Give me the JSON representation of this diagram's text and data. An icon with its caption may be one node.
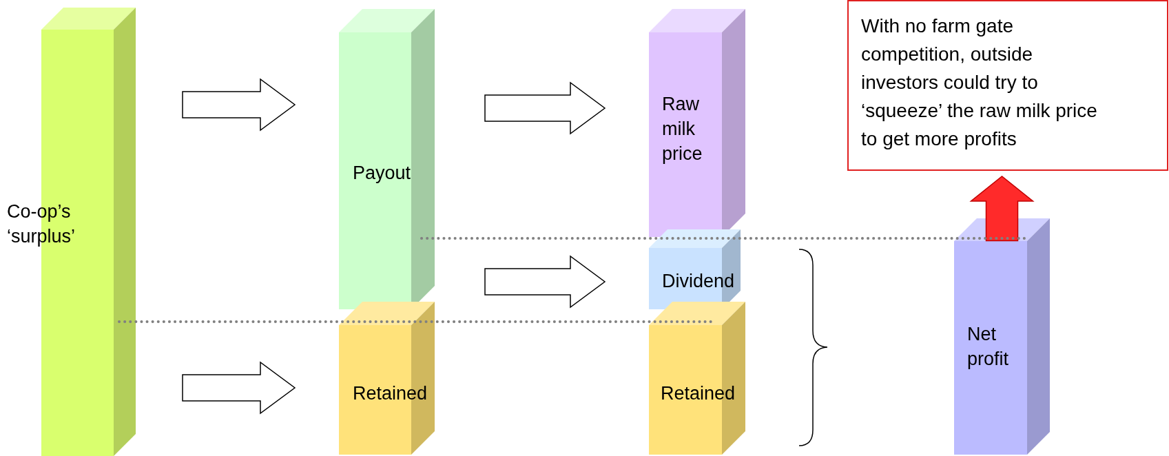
{
  "diagram": {
    "nodes": [
      {
        "text": [
          "Co-op’s ‘surplus’"
        ]
      },
      {
        "text": [
          "Payout"
        ]
      },
      {
        "text": [
          "Retained"
        ]
      },
      {
        "text": [
          "Raw milk price"
        ]
      },
      {
        "text": [
          "Dividend"
        ]
      },
      {
        "text": [
          "Retained"
        ]
      },
      {
        "text": [
          "Net profit"
        ]
      },
      {
        "text": [
          "With no farm gate competition, outside investors could try to ‘squeeze’ the raw milk price to get more profits"
        ]
      }
    ],
    "edges": [
      {
        "from": 0,
        "to": 1,
        "arrow": "to"
      },
      {
        "from": 0,
        "to": 2,
        "arrow": "to"
      },
      {
        "from": 1,
        "to": 3,
        "arrow": "to"
      },
      {
        "from": 1,
        "to": 4,
        "arrow": "to"
      },
      {
        "from": 6,
        "to": 7,
        "arrow": "to",
        "color": "#ff2a2a"
      }
    ]
  }
}
